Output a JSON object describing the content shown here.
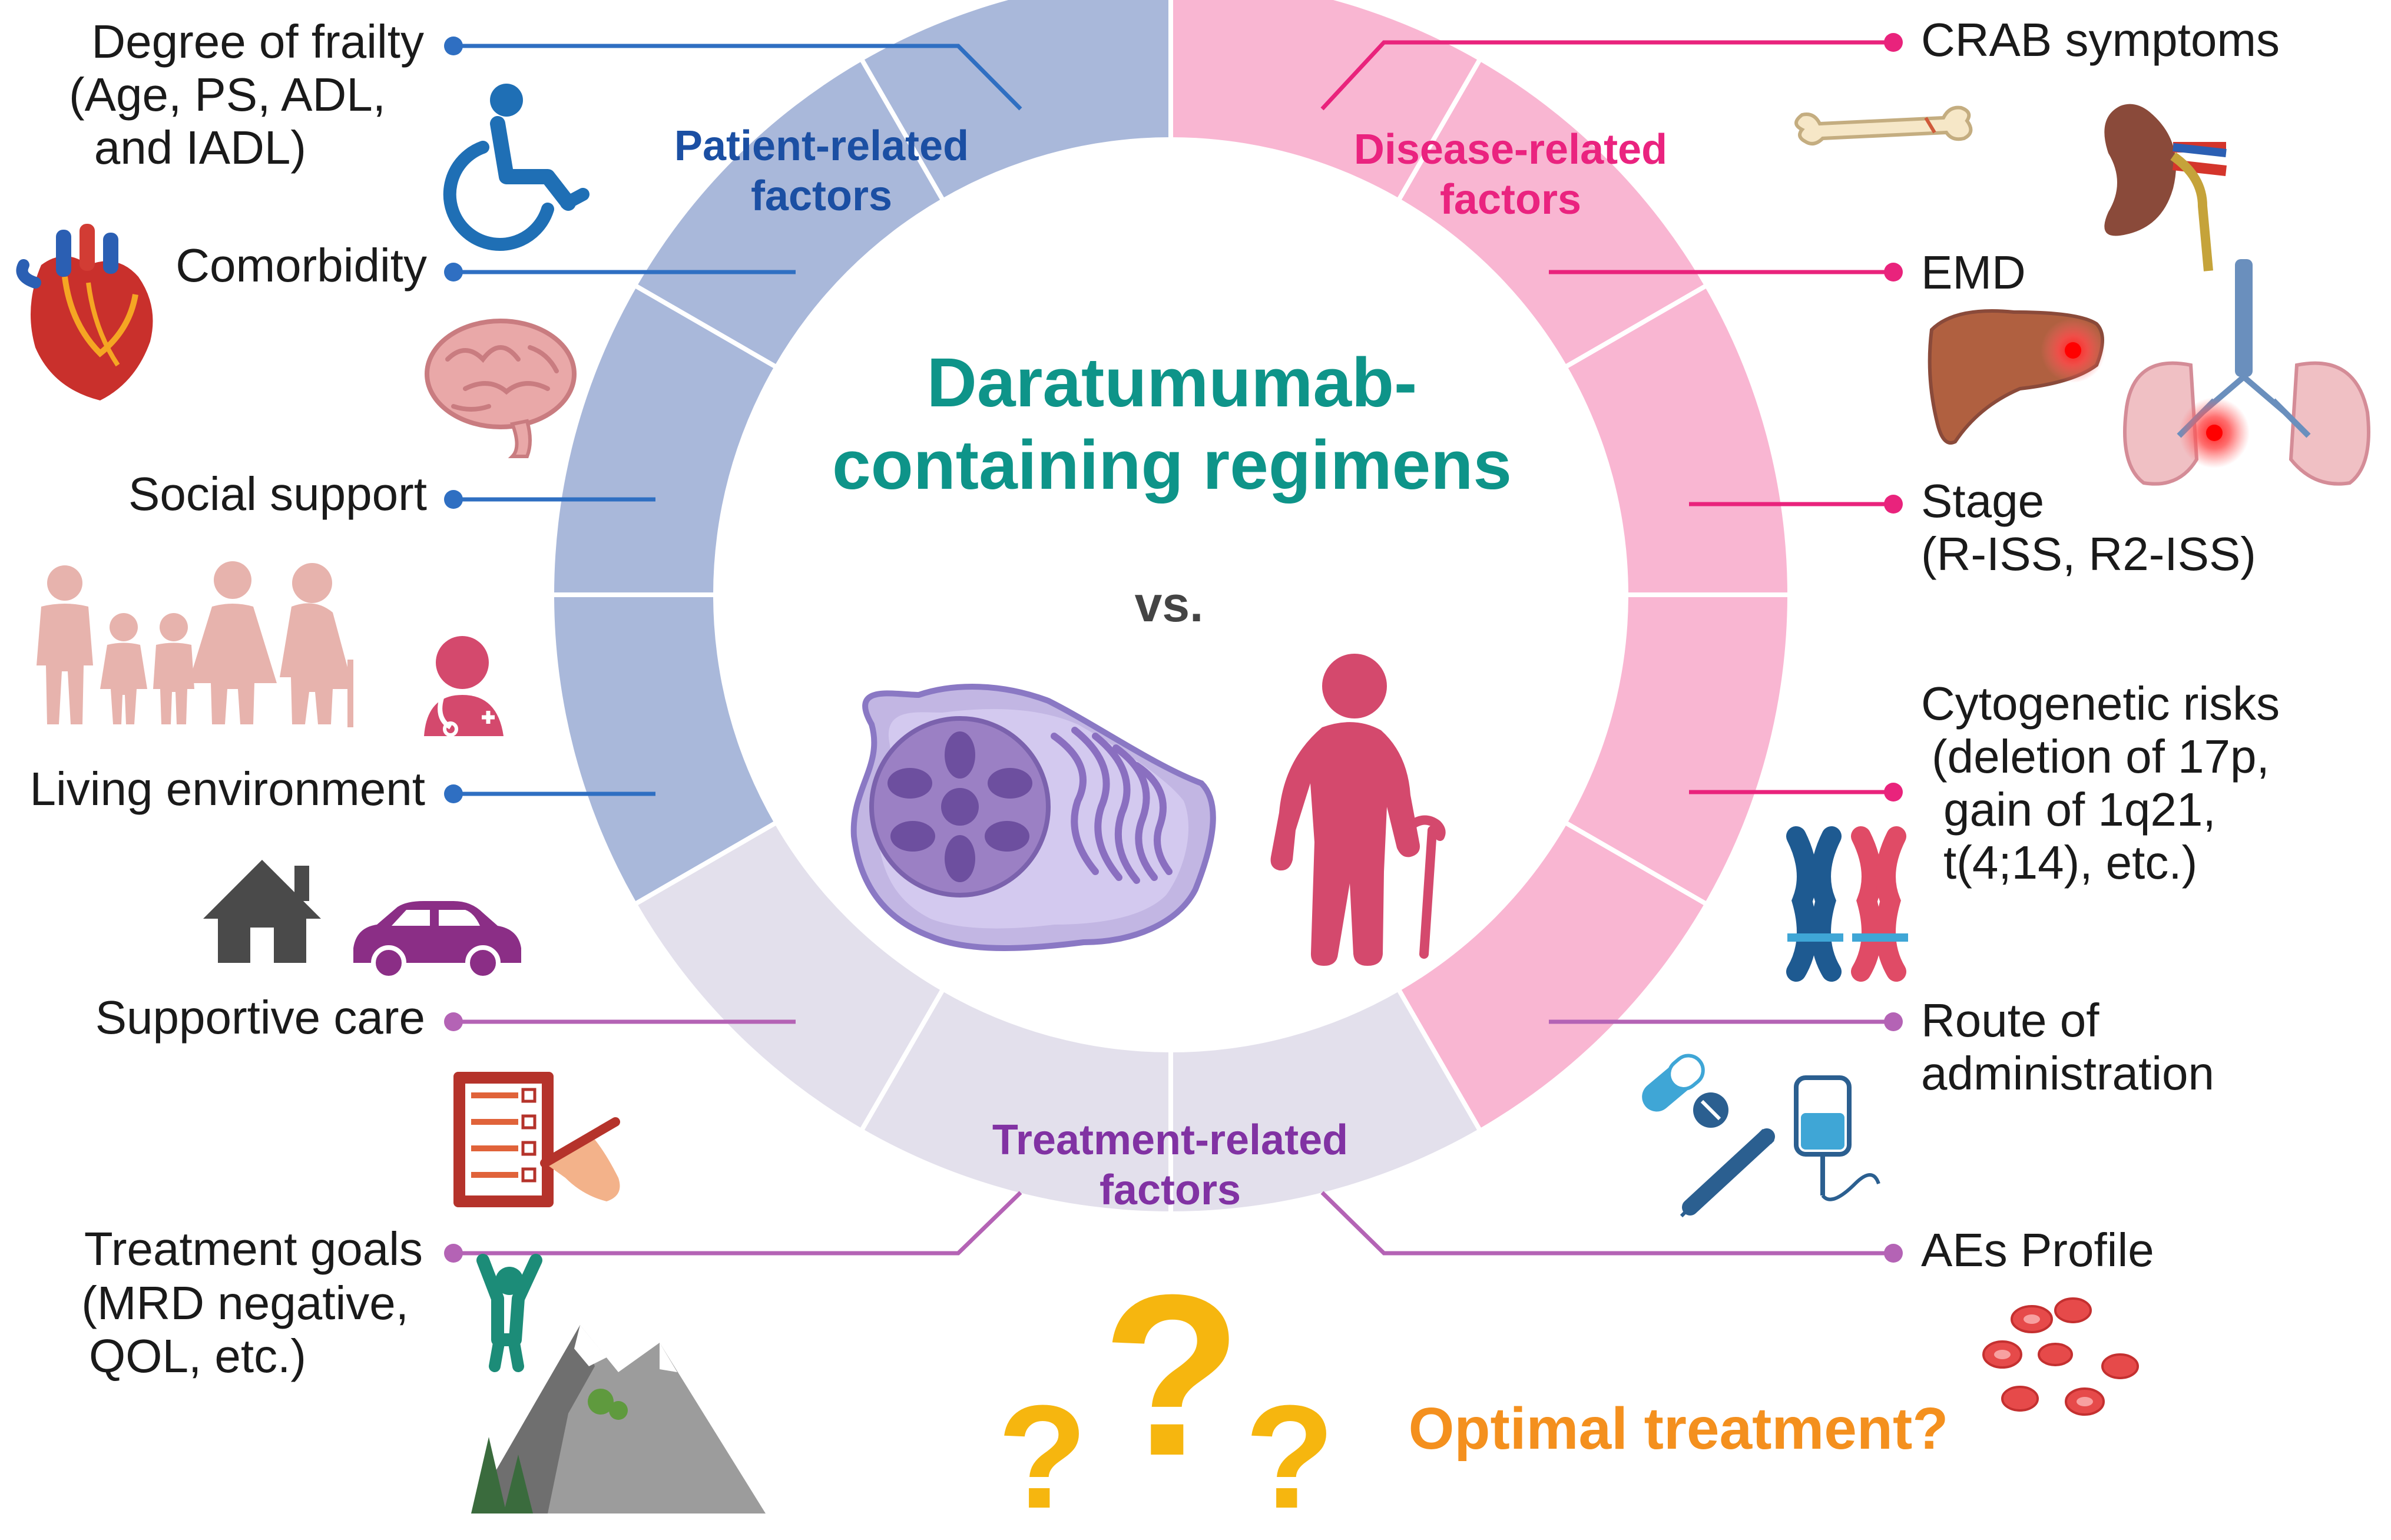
{
  "center": {
    "title_line1": "Daratumumab-",
    "title_line2": "containing regimens",
    "vs": "vs."
  },
  "categories": {
    "patient": {
      "line1": "Patient-related",
      "line2": "factors",
      "color": "#1b4fa3"
    },
    "disease": {
      "line1": "Disease-related",
      "line2": "factors",
      "color": "#ea237f"
    },
    "treatment": {
      "line1": "Treatment-related",
      "line2": "factors",
      "color": "#8132a3"
    }
  },
  "left_labels": {
    "frailty": [
      "Degree of frailty",
      "(Age, PS, ADL,",
      "and IADL)"
    ],
    "comorbidity": [
      "Comorbidity"
    ],
    "social": [
      "Social support"
    ],
    "living": [
      "Living environment"
    ],
    "supportive": [
      "Supportive care"
    ],
    "goals": [
      "Treatment goals",
      "(MRD negative,",
      "QOL, etc.)"
    ]
  },
  "right_labels": {
    "crab": [
      "CRAB symptoms"
    ],
    "emd": [
      "EMD"
    ],
    "stage": [
      "Stage",
      "(R-ISS, R2-ISS)"
    ],
    "cyto": [
      "Cytogenetic risks",
      "(deletion of 17p,",
      "gain of 1q21,",
      "t(4;14), etc.)"
    ],
    "route": [
      "Route of",
      "administration"
    ],
    "aes": [
      "AEs Profile"
    ]
  },
  "bottom": {
    "question_mark": "?",
    "optimal": "Optimal treatment?"
  },
  "icons": [
    "wheelchair-icon",
    "heart-icon",
    "brain-icon",
    "family-icon",
    "doctor-icon",
    "house-icon",
    "car-icon",
    "checklist-icon",
    "jumping-person-icon",
    "mountain-icon",
    "bone-icon",
    "kidney-icon",
    "liver-icon",
    "lungs-icon",
    "chromosome-icon",
    "pill-icon",
    "syringe-icon",
    "iv-bag-icon",
    "blood-cells-icon",
    "plasma-cell-icon",
    "elderly-person-icon"
  ],
  "colors": {
    "patient_ring": "#a9b8da",
    "disease_ring": "#f9b6d2",
    "treatment_ring": "#e3e0ec",
    "patient_line": "#2f6fc2",
    "disease_line": "#e9237c",
    "treatment_line": "#b463b5",
    "title": "#0e9489",
    "question": "#f6b60f",
    "optimal": "#f4901e"
  }
}
